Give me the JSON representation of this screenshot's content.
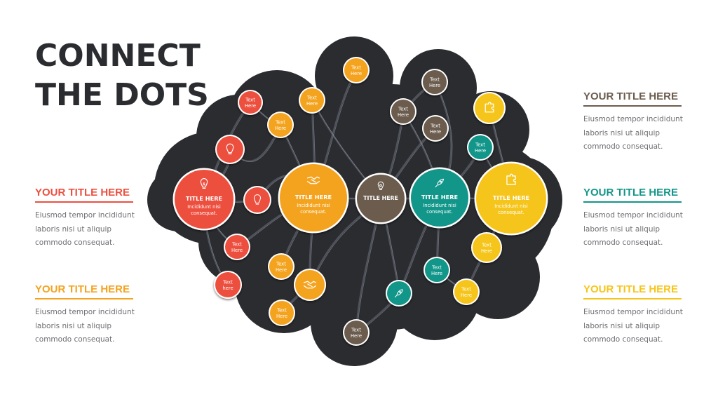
{
  "title": {
    "line1": "CONNECT",
    "line2": "THE DOTS"
  },
  "side_items": [
    {
      "title": "YOUR TITLE HERE",
      "color": "#ed4f3f",
      "lines": [
        "Eiusmod tempor incididunt",
        "laboris nisi ut aliquip",
        "commodo consequat."
      ]
    },
    {
      "title": "YOUR TITLE HERE",
      "color": "#f4a31f",
      "lines": [
        "Eiusmod tempor incididunt",
        "laboris nisi ut aliquip",
        "commodo consequat."
      ]
    },
    {
      "title": "YOUR TITLE HERE",
      "color": "#6b5c4e",
      "lines": [
        "Eiusmod tempor incididunt",
        "laboris nisi ut aliquip",
        "commodo consequat."
      ]
    },
    {
      "title": "YOUR TITLE HERE",
      "color": "#12968a",
      "lines": [
        "Eiusmod tempor incididunt",
        "laboris nisi ut aliquip",
        "commodo consequat."
      ]
    },
    {
      "title": "YOUR TITLE HERE",
      "color": "#f6c51b",
      "lines": [
        "Eiusmod tempor incididunt",
        "laboris nisi ut aliquip",
        "commodo consequat."
      ]
    }
  ],
  "colors": {
    "red": "#ed4f3f",
    "orange": "#f4a31f",
    "brown": "#6b5c4e",
    "teal": "#12968a",
    "yellow": "#f6c51b",
    "blob": "#2b2c30"
  },
  "hubs": [
    {
      "title": "TITLE HERE",
      "text": [
        "Incididunt nisi",
        "consequat."
      ],
      "color": "red",
      "icon": "dollar-bulb-icon"
    },
    {
      "title": "TITLE HERE",
      "text": [
        "Incididunt nisi",
        "consequat."
      ],
      "color": "orange",
      "icon": "handshake-icon"
    },
    {
      "title": "TITLE HERE",
      "text": [],
      "color": "brown",
      "icon": "gear-bulb-icon"
    },
    {
      "title": "TITLE HERE",
      "text": [
        "Incididunt nisi",
        "consequat."
      ],
      "color": "teal",
      "icon": "rocket-icon"
    },
    {
      "title": "TITLE HERE",
      "text": [
        "Incididunt nisi",
        "consequat."
      ],
      "color": "yellow",
      "icon": "puzzle-icon"
    }
  ],
  "dots": [
    {
      "text": [
        "Text",
        "Here"
      ],
      "color": "red"
    },
    {
      "text": [],
      "color": "red",
      "icon": "lightbulb-icon"
    },
    {
      "text": [],
      "color": "red",
      "icon": "lightbulb-icon"
    },
    {
      "text": [
        "Text",
        "Here"
      ],
      "color": "red"
    },
    {
      "text": [
        "Text",
        "here"
      ],
      "color": "red"
    },
    {
      "text": [
        "Text",
        "Here"
      ],
      "color": "orange"
    },
    {
      "text": [
        "Text",
        "Here"
      ],
      "color": "orange"
    },
    {
      "text": [
        "Text",
        "Here"
      ],
      "color": "orange"
    },
    {
      "text": [
        "Text",
        "Here"
      ],
      "color": "orange"
    },
    {
      "text": [],
      "color": "orange",
      "icon": "handshake-icon"
    },
    {
      "text": [
        "Text",
        "Here"
      ],
      "color": "orange"
    },
    {
      "text": [
        "Text",
        "Here"
      ],
      "color": "brown"
    },
    {
      "text": [
        "Text",
        "Here"
      ],
      "color": "brown"
    },
    {
      "text": [
        "Text",
        "Here"
      ],
      "color": "brown"
    },
    {
      "text": [
        "Text",
        "Here"
      ],
      "color": "brown"
    },
    {
      "text": [
        "Text",
        "Here"
      ],
      "color": "teal"
    },
    {
      "text": [
        "Text",
        "Here"
      ],
      "color": "teal"
    },
    {
      "text": [],
      "color": "teal",
      "icon": "rocket-icon"
    },
    {
      "text": [],
      "color": "yellow",
      "icon": "puzzle-icon"
    },
    {
      "text": [
        "Text",
        "Here"
      ],
      "color": "yellow"
    },
    {
      "text": [
        "Text",
        "Here"
      ],
      "color": "yellow"
    }
  ]
}
